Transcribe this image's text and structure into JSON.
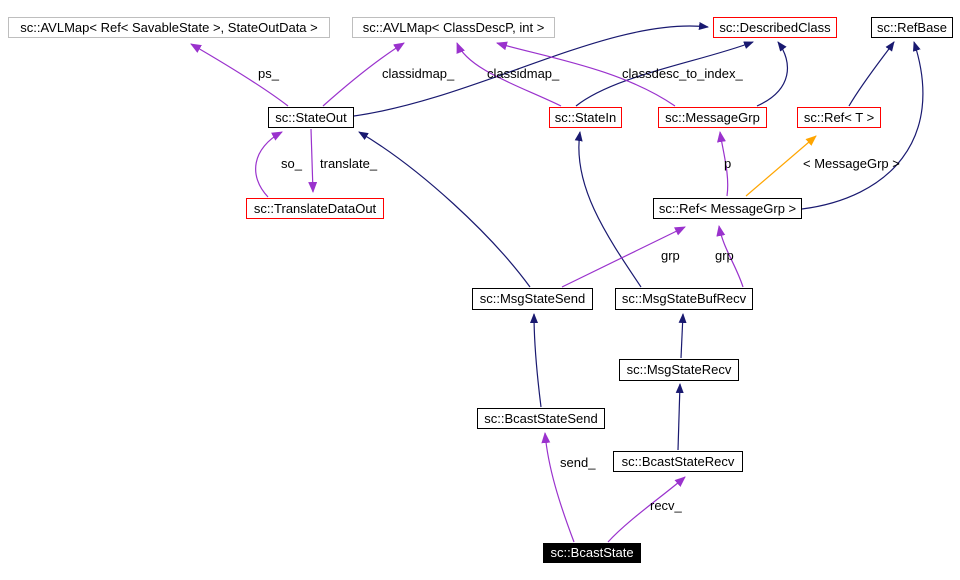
{
  "nodes": {
    "avlmap_savable": {
      "label": "sc::AVLMap< Ref< SavableState >, StateOutData >",
      "border_style": "undocumented"
    },
    "avlmap_classdesc": {
      "label": "sc::AVLMap< ClassDescP, int >",
      "border_style": "undocumented"
    },
    "described_class": {
      "label": "sc::DescribedClass",
      "border_style": "truncated"
    },
    "refbase": {
      "label": "sc::RefBase",
      "border_style": "documented"
    },
    "stateout": {
      "label": "sc::StateOut",
      "border_style": "documented"
    },
    "statein": {
      "label": "sc::StateIn",
      "border_style": "truncated"
    },
    "messagegrp": {
      "label": "sc::MessageGrp",
      "border_style": "truncated"
    },
    "ref_t": {
      "label": "sc::Ref< T >",
      "border_style": "truncated"
    },
    "translatedataout": {
      "label": "sc::TranslateDataOut",
      "border_style": "truncated"
    },
    "ref_messagegrp": {
      "label": "sc::Ref< MessageGrp >",
      "border_style": "documented"
    },
    "msgstatesend": {
      "label": "sc::MsgStateSend",
      "border_style": "documented"
    },
    "msgstatebufrecv": {
      "label": "sc::MsgStateBufRecv",
      "border_style": "documented"
    },
    "msgstaterecv": {
      "label": "sc::MsgStateRecv",
      "border_style": "documented"
    },
    "bcaststatesend": {
      "label": "sc::BcastStateSend",
      "border_style": "documented"
    },
    "bcaststaterecv": {
      "label": "sc::BcastStateRecv",
      "border_style": "documented"
    },
    "bcaststate": {
      "label": "sc::BcastState",
      "border_style": "focus"
    }
  },
  "edge_labels": {
    "ps": "ps_",
    "classidmap_stateout": "classidmap_",
    "classidmap_statein": "classidmap_",
    "classdesc_to_index": "classdesc_to_index_",
    "so": "so_",
    "translate": "translate_",
    "p": "p",
    "template_instance": "< MessageGrp >",
    "grp_send": "grp",
    "grp_recv": "grp",
    "send": "send_",
    "recv": "recv_"
  },
  "colors": {
    "inheritance_edge": "#191970",
    "usage_edge": "#9a32cd",
    "template_edge": "#ffa500",
    "documented_border": "#000000",
    "undocumented_border": "#bebebe",
    "truncated_border": "#ff0000",
    "focus_bg": "#000000",
    "focus_text": "#ffffff",
    "background": "#ffffff"
  }
}
